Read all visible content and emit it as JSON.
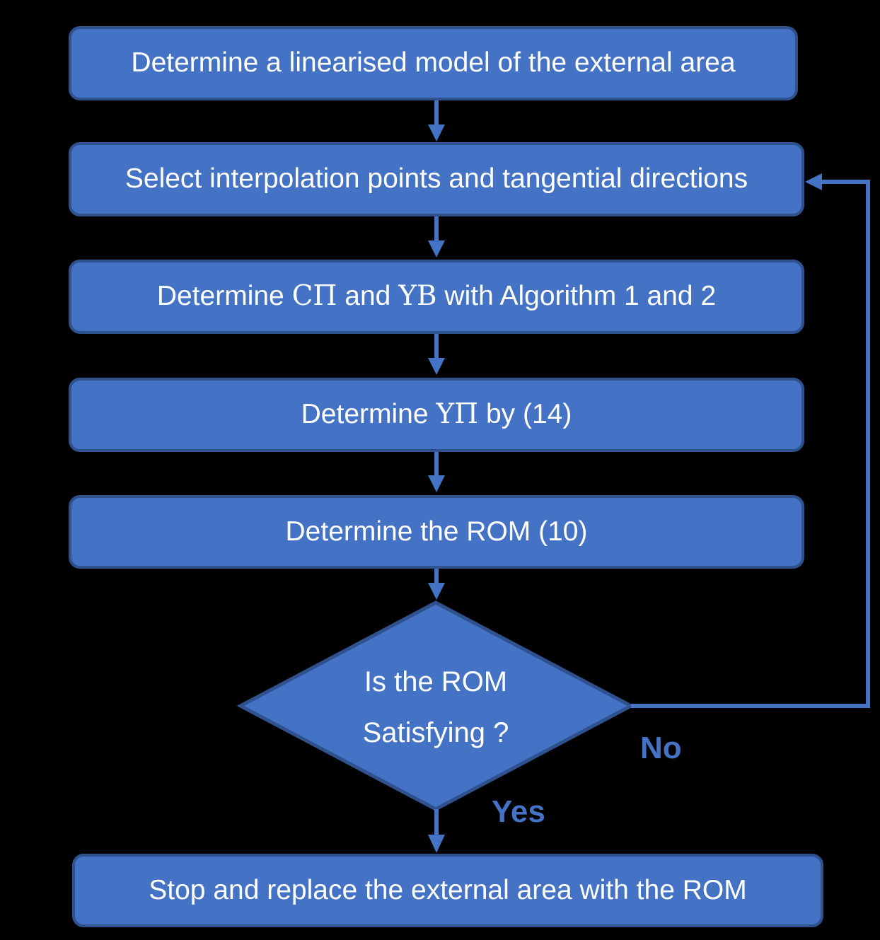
{
  "colors": {
    "background": "#000000",
    "node_fill": "#4472C4",
    "node_border": "#2F528F",
    "line": "#4472C4",
    "node_text": "#FFFFFF",
    "label_text": "#4472C4"
  },
  "flowchart": {
    "boxes": {
      "step1": "Determine a linearised model of the external area",
      "step2": "Select interpolation points and tangential directions",
      "step3": {
        "p1": "Determine ",
        "s1": "CΠ",
        "p2": " and ",
        "s2": "ΥB",
        "p3": " with Algorithm 1 and 2"
      },
      "step4": {
        "p1": "Determine ",
        "s1": "ΥΠ",
        "p2": " by (14)"
      },
      "step5": "Determine the ROM (10)",
      "final": "Stop and replace the external area with the ROM"
    },
    "decision": {
      "line1": "Is the ROM",
      "line2": "Satisfying ?"
    },
    "edge_labels": {
      "no": "No",
      "yes": "Yes"
    }
  }
}
